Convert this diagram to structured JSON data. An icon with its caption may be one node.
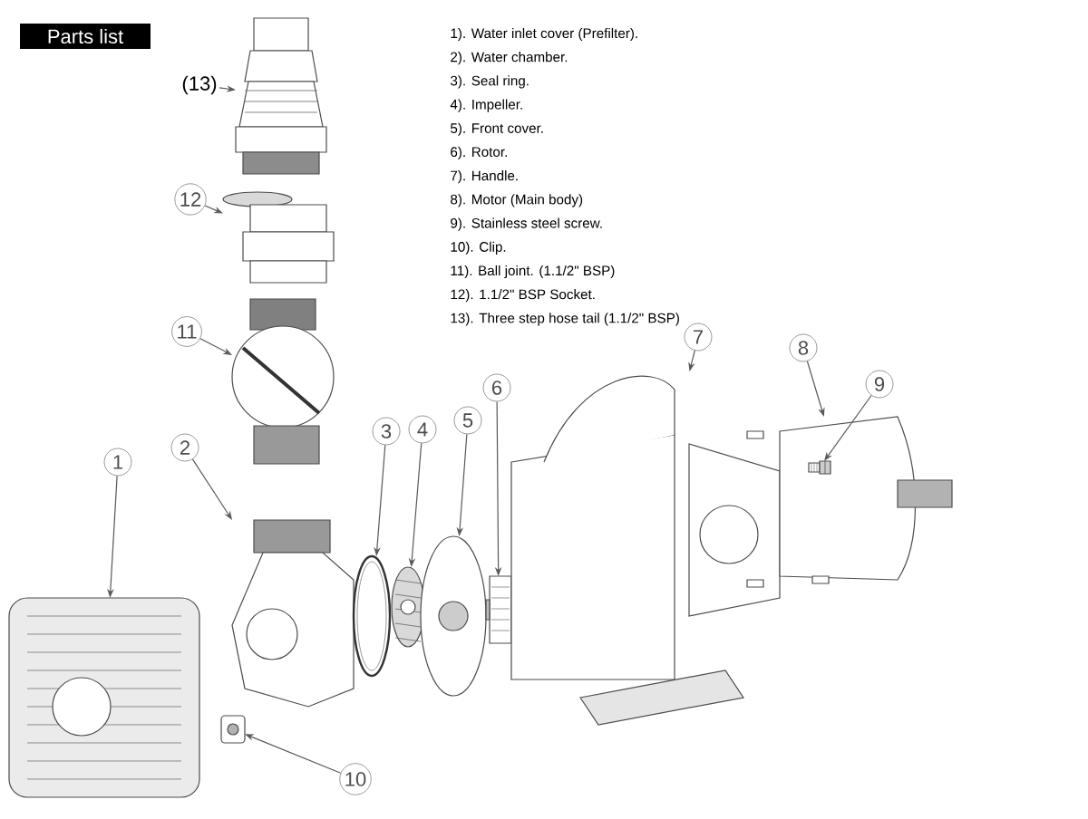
{
  "diagram": {
    "nodes": [
      {
        "text": [
          "Parts list"
        ]
      },
      {
        "text": [
          "(13)"
        ]
      },
      {
        "text": [
          "12"
        ]
      },
      {
        "text": [
          "11"
        ]
      },
      {
        "text": [
          "1"
        ]
      },
      {
        "text": [
          "2"
        ]
      },
      {
        "text": [
          "3"
        ]
      },
      {
        "text": [
          "4"
        ]
      },
      {
        "text": [
          "5"
        ]
      },
      {
        "text": [
          "6"
        ]
      },
      {
        "text": [
          "7"
        ]
      },
      {
        "text": [
          "8"
        ]
      },
      {
        "text": [
          "9"
        ]
      },
      {
        "text": [
          "10"
        ]
      },
      {
        "text": [],
        "shape": "picture"
      },
      {
        "text": [],
        "shape": "picture"
      },
      {
        "text": [],
        "shape": "picture"
      },
      {
        "text": [],
        "shape": "picture"
      },
      {
        "text": [],
        "shape": "picture"
      },
      {
        "text": [],
        "shape": "picture"
      },
      {
        "text": [],
        "shape": "picture"
      },
      {
        "text": [],
        "shape": "picture"
      },
      {
        "text": [],
        "shape": "picture"
      },
      {
        "text": [],
        "shape": "picture"
      },
      {
        "text": [],
        "shape": "picture"
      },
      {
        "text": [],
        "shape": "picture",
        "in": 24
      },
      {
        "text": [],
        "shape": "picture"
      }
    ],
    "edges": [
      {
        "from": 1,
        "to": 14,
        "arrow": "to"
      },
      {
        "from": 2,
        "to": 15,
        "arrow": "to"
      },
      {
        "from": 3,
        "to": 16,
        "arrow": "to"
      },
      {
        "from": 4,
        "to": 17,
        "arrow": "to"
      },
      {
        "from": 5,
        "to": 18,
        "arrow": "to"
      },
      {
        "from": 6,
        "to": 19,
        "arrow": "to"
      },
      {
        "from": 7,
        "to": 20,
        "arrow": "to"
      },
      {
        "from": 8,
        "to": 21,
        "arrow": "to"
      },
      {
        "from": 9,
        "to": 22,
        "arrow": "to"
      },
      {
        "from": 10,
        "to": 23,
        "arrow": "to"
      },
      {
        "from": 11,
        "to": 24,
        "arrow": "to"
      },
      {
        "from": 12,
        "to": 25,
        "arrow": "to"
      },
      {
        "from": 13,
        "to": 26,
        "arrow": "to"
      }
    ],
    "labels": [
      "1). Water inlet cover (Prefilter).",
      "2). Water chamber.",
      "3). Seal ring.",
      "4). Impeller.",
      "5). Front cover.",
      "6). Rotor.",
      "7). Handle.",
      "8). Motor (Main body)",
      "9). Stainless steel screw.",
      "10). Clip.",
      "11). Ball joint. (1.1/2\" BSP)",
      "12). 1.1/2\" BSP Socket.",
      "13). Three step hose tail (1.1/2\" BSP)"
    ]
  }
}
